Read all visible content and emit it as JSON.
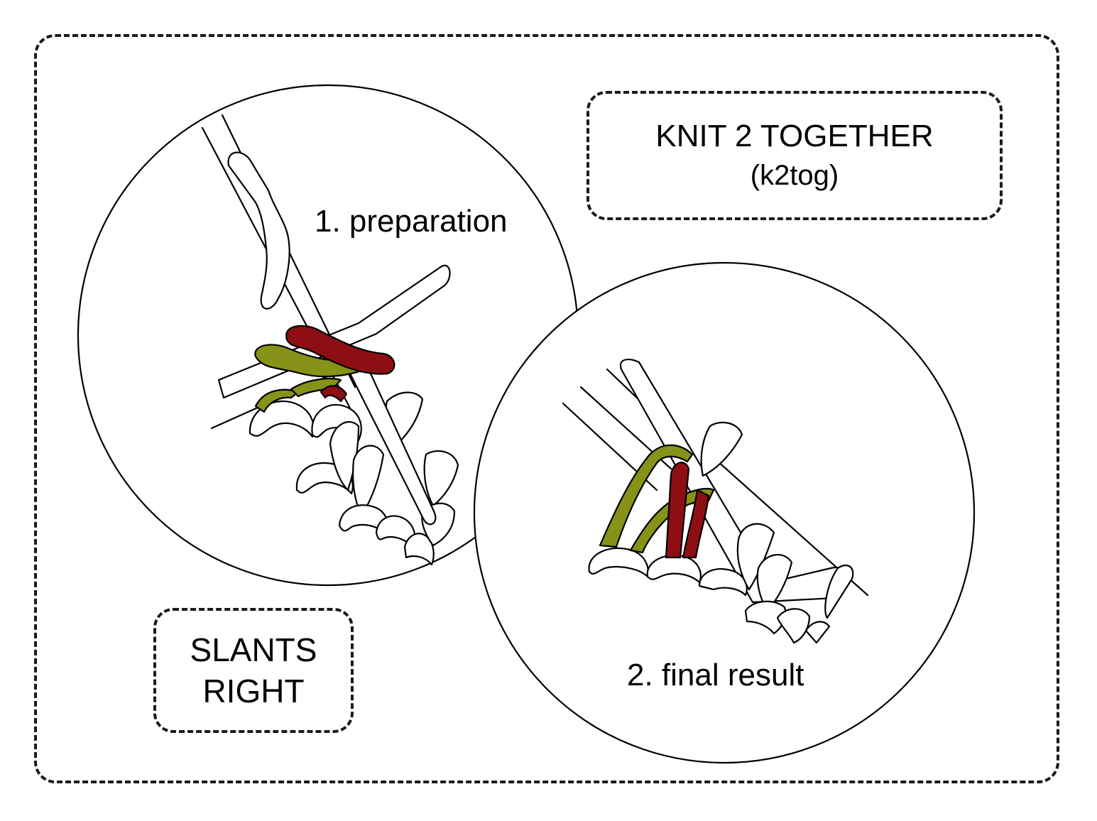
{
  "title": {
    "main": "KNIT 2 TOGETHER",
    "abbreviation": "(k2tog)"
  },
  "slant": {
    "line1": "SLANTS",
    "line2": "RIGHT"
  },
  "steps": [
    {
      "label": "1. preparation"
    },
    {
      "label": "2. final result"
    }
  ],
  "colors": {
    "outline": "#000000",
    "yarn_olive": "#869218",
    "yarn_red": "#8d0f14",
    "background": "#ffffff"
  }
}
